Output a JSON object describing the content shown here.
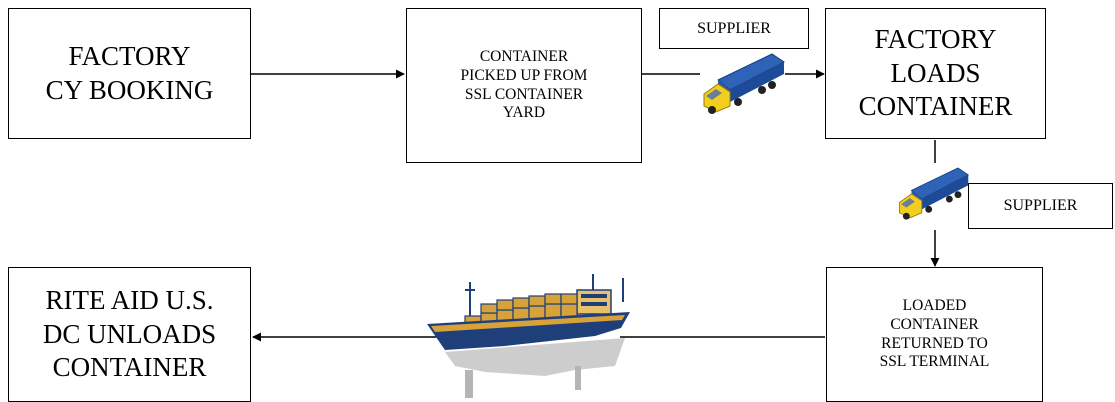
{
  "boxes": {
    "factory_cy_booking": "FACTORY\nCY BOOKING",
    "container_pickup": "CONTAINER\nPICKED UP FROM\nSSL CONTAINER\nYARD",
    "factory_loads": "FACTORY\nLOADS\nCONTAINER",
    "loaded_returned": "LOADED\nCONTAINER\nRETURNED TO\nSSL TERMINAL",
    "rite_aid_unloads": "RITE AID U.S.\nDC UNLOADS\nCONTAINER"
  },
  "labels": {
    "supplier_top": "SUPPLIER",
    "supplier_right": "SUPPLIER"
  },
  "icons": [
    "truck-icon",
    "truck-icon",
    "cargo-ship-icon"
  ],
  "colors": {
    "truck_trailer": "#2f63b8",
    "truck_cab": "#f2cf1c",
    "ship_hull": "#1f3f7a",
    "ship_cargo": "#d8a23a",
    "ship_reflection": "#bdbdbd"
  }
}
